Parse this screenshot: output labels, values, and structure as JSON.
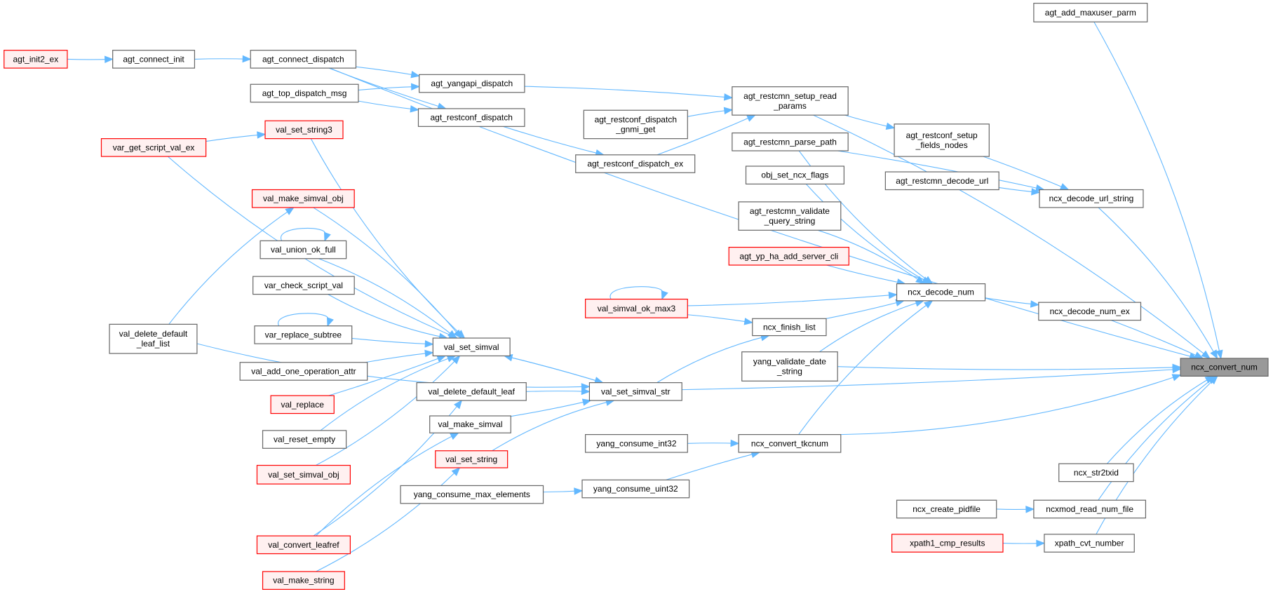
{
  "graph": {
    "title": "ncx_convert_num caller graph",
    "focus_node": "ncx_convert_num",
    "colors": {
      "edge": "#63b8ff",
      "node_border": "#666666",
      "node_fill": "#ffffff",
      "truncated_border": "#ff0000",
      "truncated_fill": "#fff0f0",
      "focus_fill": "#999999"
    },
    "nodes": [
      {
        "id": "agt_add_maxuser_parm",
        "lines": [
          "agt_add_maxuser_parm"
        ],
        "kind": "normal"
      },
      {
        "id": "agt_init2_ex",
        "lines": [
          "agt_init2_ex"
        ],
        "kind": "truncated"
      },
      {
        "id": "agt_connect_init",
        "lines": [
          "agt_connect_init"
        ],
        "kind": "normal"
      },
      {
        "id": "agt_connect_dispatch",
        "lines": [
          "agt_connect_dispatch"
        ],
        "kind": "normal"
      },
      {
        "id": "agt_yangapi_dispatch",
        "lines": [
          "agt_yangapi_dispatch"
        ],
        "kind": "normal"
      },
      {
        "id": "agt_top_dispatch_msg",
        "lines": [
          "agt_top_dispatch_msg"
        ],
        "kind": "normal"
      },
      {
        "id": "agt_restconf_dispatch",
        "lines": [
          "agt_restconf_dispatch"
        ],
        "kind": "normal"
      },
      {
        "id": "agt_restcmn_setup_read_params",
        "lines": [
          "agt_restcmn_setup_read",
          "_params"
        ],
        "kind": "normal"
      },
      {
        "id": "agt_restconf_dispatch_gnmi_get",
        "lines": [
          "agt_restconf_dispatch",
          "_gnmi_get"
        ],
        "kind": "normal"
      },
      {
        "id": "val_set_string3",
        "lines": [
          "val_set_string3"
        ],
        "kind": "truncated"
      },
      {
        "id": "var_get_script_val_ex",
        "lines": [
          "var_get_script_val_ex"
        ],
        "kind": "truncated"
      },
      {
        "id": "agt_restconf_dispatch_ex",
        "lines": [
          "agt_restconf_dispatch_ex"
        ],
        "kind": "normal"
      },
      {
        "id": "agt_restcmn_parse_path",
        "lines": [
          "agt_restcmn_parse_path"
        ],
        "kind": "normal"
      },
      {
        "id": "agt_restconf_setup_fields_nodes",
        "lines": [
          "agt_restconf_setup",
          "_fields_nodes"
        ],
        "kind": "normal"
      },
      {
        "id": "obj_set_ncx_flags",
        "lines": [
          "obj_set_ncx_flags"
        ],
        "kind": "normal"
      },
      {
        "id": "agt_restcmn_decode_url",
        "lines": [
          "agt_restcmn_decode_url"
        ],
        "kind": "normal"
      },
      {
        "id": "val_make_simval_obj",
        "lines": [
          "val_make_simval_obj"
        ],
        "kind": "truncated"
      },
      {
        "id": "ncx_decode_url_string",
        "lines": [
          "ncx_decode_url_string"
        ],
        "kind": "normal"
      },
      {
        "id": "agt_restcmn_validate_query_string",
        "lines": [
          "agt_restcmn_validate",
          "_query_string"
        ],
        "kind": "normal"
      },
      {
        "id": "val_union_ok_full",
        "lines": [
          "val_union_ok_full"
        ],
        "kind": "normal"
      },
      {
        "id": "agt_yp_ha_add_server_cli",
        "lines": [
          "agt_yp_ha_add_server_cli"
        ],
        "kind": "truncated"
      },
      {
        "id": "var_check_script_val",
        "lines": [
          "var_check_script_val"
        ],
        "kind": "normal"
      },
      {
        "id": "ncx_decode_num",
        "lines": [
          "ncx_decode_num"
        ],
        "kind": "normal"
      },
      {
        "id": "val_simval_ok_max3",
        "lines": [
          "val_simval_ok_max3"
        ],
        "kind": "truncated"
      },
      {
        "id": "val_delete_default_leaf_list",
        "lines": [
          "val_delete_default",
          "_leaf_list"
        ],
        "kind": "normal"
      },
      {
        "id": "ncx_decode_num_ex",
        "lines": [
          "ncx_decode_num_ex"
        ],
        "kind": "normal"
      },
      {
        "id": "var_replace_subtree",
        "lines": [
          "var_replace_subtree"
        ],
        "kind": "normal"
      },
      {
        "id": "ncx_finish_list",
        "lines": [
          "ncx_finish_list"
        ],
        "kind": "normal"
      },
      {
        "id": "val_set_simval",
        "lines": [
          "val_set_simval"
        ],
        "kind": "normal"
      },
      {
        "id": "val_add_one_operation_attr",
        "lines": [
          "val_add_one_operation_attr"
        ],
        "kind": "normal"
      },
      {
        "id": "yang_validate_date_string",
        "lines": [
          "yang_validate_date",
          "_string"
        ],
        "kind": "normal"
      },
      {
        "id": "ncx_convert_num",
        "lines": [
          "ncx_convert_num"
        ],
        "kind": "focus"
      },
      {
        "id": "val_delete_default_leaf",
        "lines": [
          "val_delete_default_leaf"
        ],
        "kind": "normal"
      },
      {
        "id": "val_set_simval_str",
        "lines": [
          "val_set_simval_str"
        ],
        "kind": "normal"
      },
      {
        "id": "val_replace",
        "lines": [
          "val_replace"
        ],
        "kind": "truncated"
      },
      {
        "id": "val_make_simval",
        "lines": [
          "val_make_simval"
        ],
        "kind": "normal"
      },
      {
        "id": "val_reset_empty",
        "lines": [
          "val_reset_empty"
        ],
        "kind": "normal"
      },
      {
        "id": "yang_consume_int32",
        "lines": [
          "yang_consume_int32"
        ],
        "kind": "normal"
      },
      {
        "id": "ncx_convert_tkcnum",
        "lines": [
          "ncx_convert_tkcnum"
        ],
        "kind": "normal"
      },
      {
        "id": "val_set_string",
        "lines": [
          "val_set_string"
        ],
        "kind": "truncated"
      },
      {
        "id": "ncx_str2txid",
        "lines": [
          "ncx_str2txid"
        ],
        "kind": "normal"
      },
      {
        "id": "val_set_simval_obj",
        "lines": [
          "val_set_simval_obj"
        ],
        "kind": "truncated"
      },
      {
        "id": "yang_consume_max_elements",
        "lines": [
          "yang_consume_max_elements"
        ],
        "kind": "normal"
      },
      {
        "id": "yang_consume_uint32",
        "lines": [
          "yang_consume_uint32"
        ],
        "kind": "normal"
      },
      {
        "id": "ncx_create_pidfile",
        "lines": [
          "ncx_create_pidfile"
        ],
        "kind": "normal"
      },
      {
        "id": "ncxmod_read_num_file",
        "lines": [
          "ncxmod_read_num_file"
        ],
        "kind": "normal"
      },
      {
        "id": "xpath1_cmp_results",
        "lines": [
          "xpath1_cmp_results"
        ],
        "kind": "truncated"
      },
      {
        "id": "xpath_cvt_number",
        "lines": [
          "xpath_cvt_number"
        ],
        "kind": "normal"
      },
      {
        "id": "val_convert_leafref",
        "lines": [
          "val_convert_leafref"
        ],
        "kind": "truncated"
      },
      {
        "id": "val_make_string",
        "lines": [
          "val_make_string"
        ],
        "kind": "truncated"
      }
    ],
    "edges": [
      [
        "agt_add_maxuser_parm",
        "ncx_convert_num"
      ],
      [
        "agt_init2_ex",
        "agt_connect_init"
      ],
      [
        "agt_connect_init",
        "agt_connect_dispatch"
      ],
      [
        "agt_connect_dispatch",
        "ncx_convert_num"
      ],
      [
        "agt_connect_dispatch",
        "agt_yangapi_dispatch"
      ],
      [
        "agt_connect_dispatch",
        "agt_restconf_dispatch"
      ],
      [
        "agt_top_dispatch_msg",
        "agt_yangapi_dispatch"
      ],
      [
        "agt_top_dispatch_msg",
        "agt_restconf_dispatch"
      ],
      [
        "agt_yangapi_dispatch",
        "agt_restcmn_setup_read_params"
      ],
      [
        "agt_restconf_dispatch",
        "agt_restconf_dispatch_ex"
      ],
      [
        "agt_restconf_dispatch_gnmi_get",
        "agt_restcmn_setup_read_params"
      ],
      [
        "agt_restconf_dispatch_ex",
        "agt_restcmn_setup_read_params"
      ],
      [
        "agt_restcmn_setup_read_params",
        "ncx_convert_num"
      ],
      [
        "agt_restcmn_setup_read_params",
        "agt_restconf_setup_fields_nodes"
      ],
      [
        "agt_restconf_setup_fields_nodes",
        "ncx_decode_url_string"
      ],
      [
        "agt_restcmn_decode_url",
        "ncx_decode_url_string"
      ],
      [
        "agt_restcmn_parse_path",
        "ncx_decode_url_string"
      ],
      [
        "agt_restcmn_parse_path",
        "ncx_decode_num"
      ],
      [
        "ncx_decode_url_string",
        "ncx_convert_num"
      ],
      [
        "obj_set_ncx_flags",
        "ncx_decode_num"
      ],
      [
        "agt_restcmn_validate_query_string",
        "ncx_decode_num"
      ],
      [
        "agt_yp_ha_add_server_cli",
        "ncx_decode_num"
      ],
      [
        "val_simval_ok_max3",
        "val_simval_ok_max3"
      ],
      [
        "val_simval_ok_max3",
        "ncx_decode_num"
      ],
      [
        "val_simval_ok_max3",
        "ncx_finish_list"
      ],
      [
        "ncx_finish_list",
        "ncx_decode_num"
      ],
      [
        "yang_validate_date_string",
        "ncx_decode_num"
      ],
      [
        "yang_validate_date_string",
        "ncx_convert_num"
      ],
      [
        "ncx_convert_tkcnum",
        "ncx_decode_num"
      ],
      [
        "ncx_decode_num",
        "ncx_decode_num_ex"
      ],
      [
        "ncx_decode_num_ex",
        "ncx_convert_num"
      ],
      [
        "val_set_string3",
        "val_set_simval"
      ],
      [
        "var_get_script_val_ex",
        "val_set_string3"
      ],
      [
        "var_get_script_val_ex",
        "val_set_simval"
      ],
      [
        "val_make_simval_obj",
        "val_set_simval"
      ],
      [
        "val_union_ok_full",
        "val_union_ok_full"
      ],
      [
        "val_union_ok_full",
        "val_set_simval"
      ],
      [
        "var_check_script_val",
        "val_set_simval"
      ],
      [
        "var_replace_subtree",
        "var_replace_subtree"
      ],
      [
        "var_replace_subtree",
        "val_set_simval"
      ],
      [
        "val_add_one_operation_attr",
        "val_set_simval"
      ],
      [
        "val_replace",
        "val_set_simval"
      ],
      [
        "val_reset_empty",
        "val_set_simval"
      ],
      [
        "val_set_simval_obj",
        "val_set_simval"
      ],
      [
        "val_delete_default_leaf_list",
        "val_make_simval_obj"
      ],
      [
        "val_delete_default_leaf_list",
        "val_set_simval_str"
      ],
      [
        "val_set_simval",
        "val_set_simval_str"
      ],
      [
        "val_set_simval_str",
        "val_set_simval"
      ],
      [
        "val_set_simval_str",
        "ncx_finish_list"
      ],
      [
        "val_set_simval_str",
        "ncx_convert_num"
      ],
      [
        "val_delete_default_leaf",
        "val_set_simval_str"
      ],
      [
        "val_make_simval",
        "val_set_simval_str"
      ],
      [
        "val_set_string",
        "val_set_simval_str"
      ],
      [
        "val_convert_leafref",
        "val_delete_default_leaf"
      ],
      [
        "val_convert_leafref",
        "val_make_simval"
      ],
      [
        "val_make_string",
        "val_set_string"
      ],
      [
        "yang_consume_int32",
        "ncx_convert_tkcnum"
      ],
      [
        "yang_consume_max_elements",
        "yang_consume_uint32"
      ],
      [
        "yang_consume_uint32",
        "ncx_convert_tkcnum"
      ],
      [
        "ncx_convert_tkcnum",
        "ncx_convert_num"
      ],
      [
        "ncx_str2txid",
        "ncx_convert_num"
      ],
      [
        "ncx_create_pidfile",
        "ncxmod_read_num_file"
      ],
      [
        "ncxmod_read_num_file",
        "ncx_convert_num"
      ],
      [
        "xpath1_cmp_results",
        "xpath_cvt_number"
      ],
      [
        "xpath_cvt_number",
        "ncx_convert_num"
      ]
    ]
  }
}
